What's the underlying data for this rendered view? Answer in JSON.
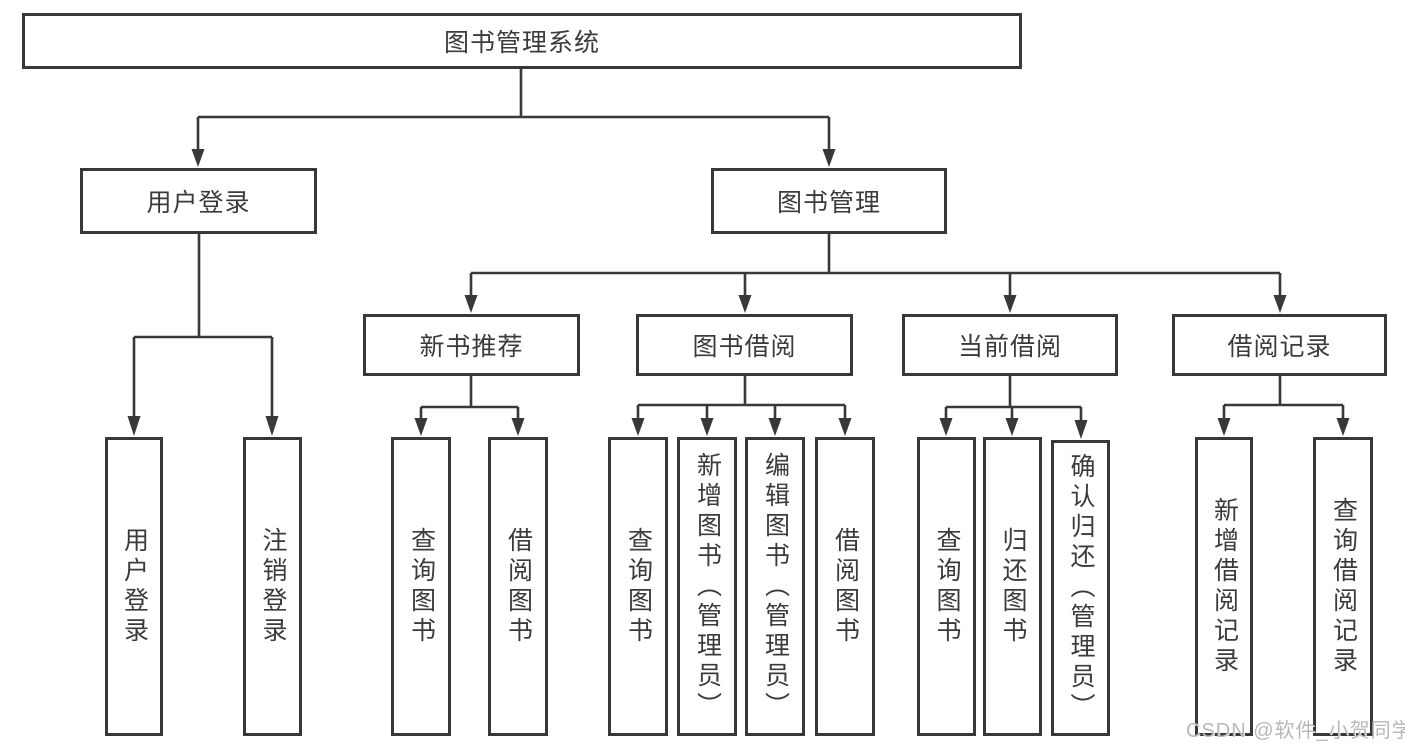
{
  "title": "图书管理系统",
  "tree": {
    "root_label": "图书管理系统",
    "branches": [
      {
        "label": "用户登录",
        "children": [
          {
            "label": "用户登录"
          },
          {
            "label": "注销登录"
          }
        ]
      },
      {
        "label": "图书管理",
        "children": [
          {
            "label": "新书推荐",
            "children": [
              {
                "label": "查询图书"
              },
              {
                "label": "借阅图书"
              }
            ]
          },
          {
            "label": "图书借阅",
            "children": [
              {
                "label": "查询图书"
              },
              {
                "label": "新增图书（管理员）"
              },
              {
                "label": "编辑图书（管理员）"
              },
              {
                "label": "借阅图书"
              }
            ]
          },
          {
            "label": "当前借阅",
            "children": [
              {
                "label": "查询图书"
              },
              {
                "label": "归还图书"
              },
              {
                "label": "确认归还（管理员）"
              }
            ]
          },
          {
            "label": "借阅记录",
            "children": [
              {
                "label": "新增借阅记录"
              },
              {
                "label": "查询借阅记录"
              }
            ]
          }
        ]
      }
    ]
  },
  "watermark": "CSDN @软件_小贺同学",
  "colors": {
    "line": "#383838",
    "text": "#3b3b3b",
    "watermark": "#b7b7bd",
    "background": "#ffffff"
  }
}
